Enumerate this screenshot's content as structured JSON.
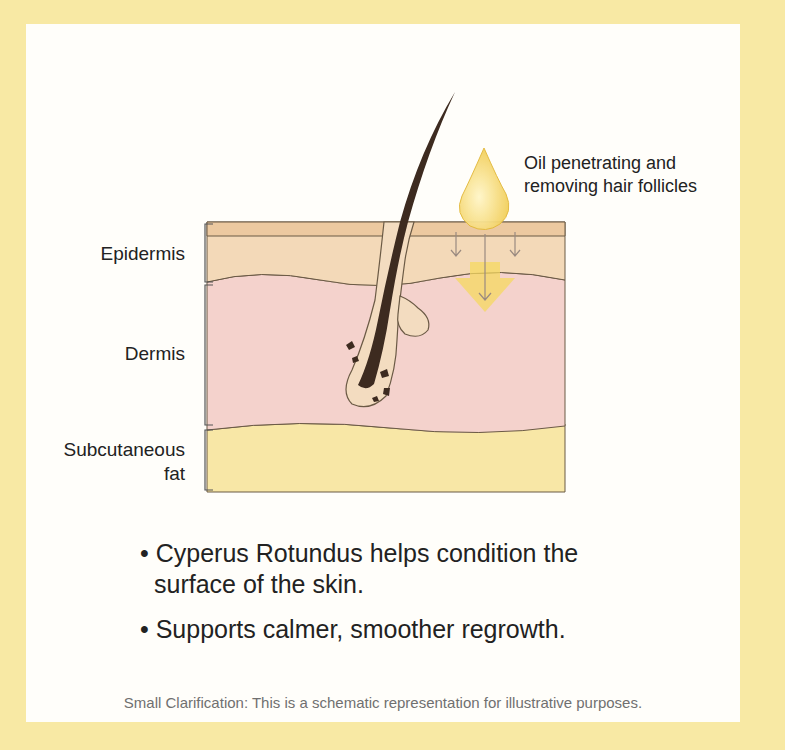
{
  "diagram": {
    "labels": [
      "Epidermis",
      "Dermis",
      "Subcutaneous fat",
      "Oil penetrating and removing hair follicles",
      "• Cyperus Rotundus helps condition the surface of the skin.",
      "• Supports calmer, smoother regrowth.",
      "Small Clarification: This is a schematic representation for illustrative purposes."
    ]
  }
}
